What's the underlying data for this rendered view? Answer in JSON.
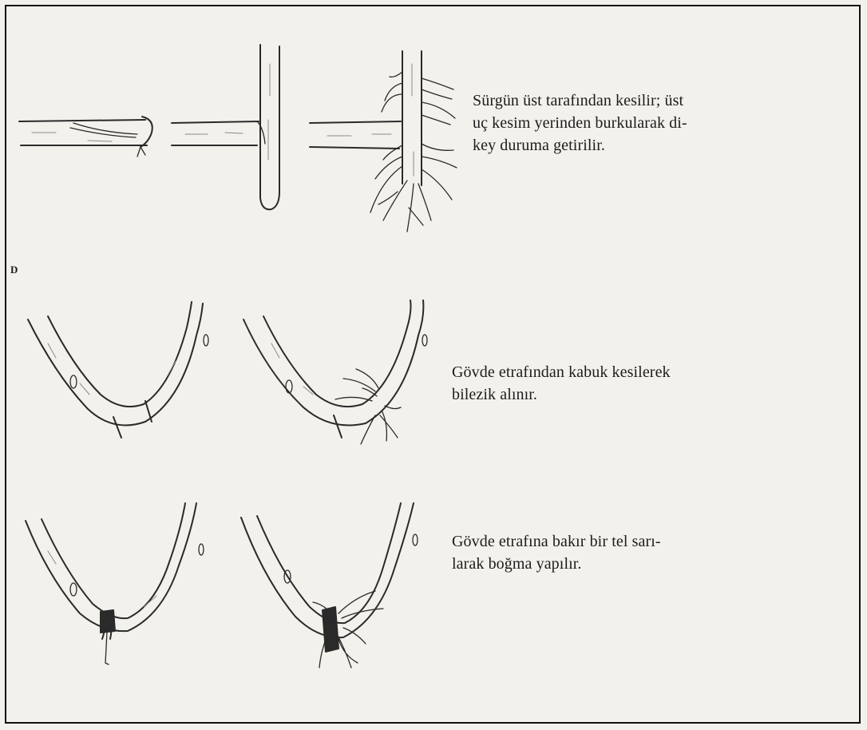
{
  "section_label": "D",
  "captions": {
    "cut": [
      "Sürgün üst tarafından kesilir; üst",
      "uç kesim yerinden burkularak di-",
      "key duruma getirilir."
    ],
    "ring": [
      "Gövde etrafından kabuk kesilerek",
      "bilezik alınır."
    ],
    "wire": [
      "Gövde etrafına bakır bir tel sarı-",
      "larak boğma yapılır."
    ]
  },
  "colors": {
    "paper": "#f3f1ec",
    "ink": "#2a2a2a"
  }
}
